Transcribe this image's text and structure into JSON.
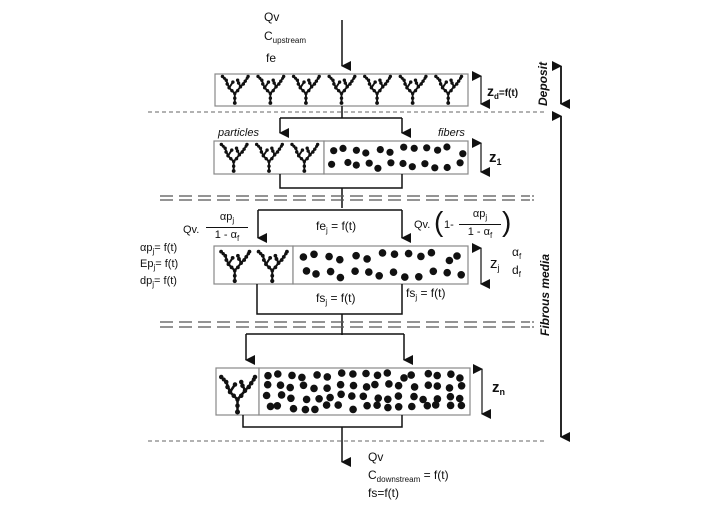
{
  "inlet": {
    "flow": "Qv",
    "concentration_base": "C",
    "concentration_sub": "upstream",
    "efficiency": "fe"
  },
  "deposit_layer": {
    "thickness_base": "z",
    "thickness_sub": "d",
    "thickness_suffix": "=f(t)",
    "region_label": "Deposit"
  },
  "layer_1": {
    "particles_label": "particles",
    "fibers_label": "fibers",
    "thickness_base": "z",
    "thickness_sub": "1"
  },
  "layer_j": {
    "left_flow_prefix": "Qv.",
    "left_flow_num_base": "αp",
    "left_flow_num_sub": "j",
    "left_flow_den_base": "1 - α",
    "left_flow_den_sub": "f",
    "efficiency_base": "fe",
    "efficiency_sub": "j",
    "efficiency_suffix": " = f(t)",
    "right_flow_prefix": "Qv.",
    "right_flow_one_minus": "1-",
    "right_flow_num_base": "αp",
    "right_flow_num_sub": "j",
    "right_flow_den_base": "1 - α",
    "right_flow_den_sub": "f",
    "porosity_label_base": "αp",
    "porosity_label_sub": "j",
    "porosity_label_suffix": "= f(t)",
    "elasticity_label_base": "Ep",
    "elasticity_label_sub": "j",
    "elasticity_label_suffix": "= f(t)",
    "diameter_label_base": "dp",
    "diameter_label_sub": "j",
    "diameter_label_suffix": "= f(t)",
    "thickness_base": "z",
    "thickness_sub": "j",
    "fiber_alpha_base": "α",
    "fiber_alpha_sub": "f",
    "fiber_d_base": "d",
    "fiber_d_sub": "f",
    "sieve_left_base": "fs",
    "sieve_left_sub": "j",
    "sieve_left_suffix": " = f(t)",
    "sieve_right_base": "fs",
    "sieve_right_sub": "j",
    "sieve_right_suffix": " = f(t)"
  },
  "layer_n": {
    "thickness_base": "z",
    "thickness_sub": "n"
  },
  "outlet": {
    "flow": "Qv",
    "concentration_base": "C",
    "concentration_sub": "downstream",
    "concentration_suffix": " = f(t)",
    "sieve": "fs=f(t)"
  },
  "regions": {
    "fibrous_media": "Fibrous media"
  },
  "colors": {
    "line": "#111111",
    "box_border": "#888888",
    "dashed": "#666666"
  }
}
